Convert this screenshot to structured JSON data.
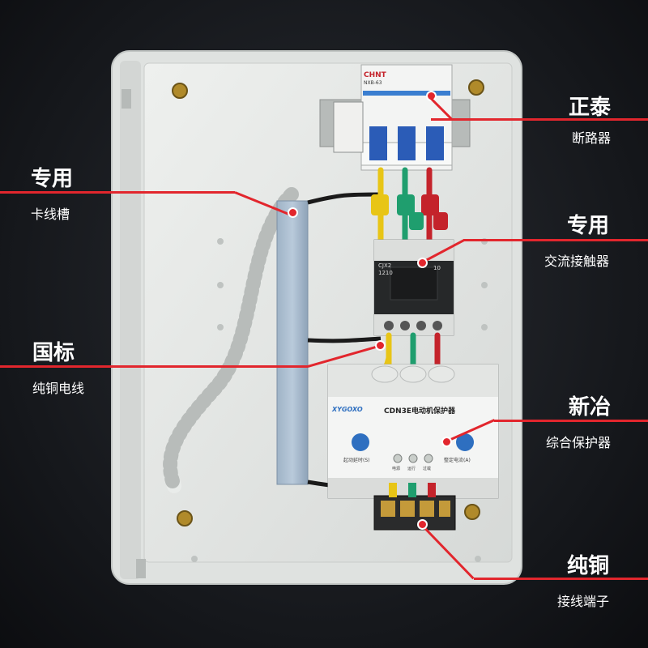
{
  "colors": {
    "background": "#15171b",
    "cabinet": "#e4e6e4",
    "accent_line": "#e2262d",
    "label_text": "#ffffff"
  },
  "callouts": {
    "breaker": {
      "title": "正泰",
      "subtitle": "断路器"
    },
    "wire_duct": {
      "title": "专用",
      "subtitle": "卡线槽"
    },
    "contactor": {
      "title": "专用",
      "subtitle": "交流接触器"
    },
    "wire": {
      "title": "国标",
      "subtitle": "纯铜电线"
    },
    "protector": {
      "title": "新冶",
      "subtitle": "综合保护器"
    },
    "terminal": {
      "title": "纯铜",
      "subtitle": "接线端子"
    }
  },
  "device_text": {
    "breaker_brand": "CHNT",
    "breaker_model": "NXB-63",
    "contactor_model": "CJX2",
    "contactor_rating": "1210",
    "contactor_aux": "10",
    "protector_brand": "XYGOXO",
    "protector_model": "CDN3E电动机保护器",
    "protector_dial_left": "起动延时(S)",
    "protector_dial_right": "整定电流(A)",
    "protector_led_1": "电源",
    "protector_led_2": "运行",
    "protector_led_3": "过载"
  }
}
